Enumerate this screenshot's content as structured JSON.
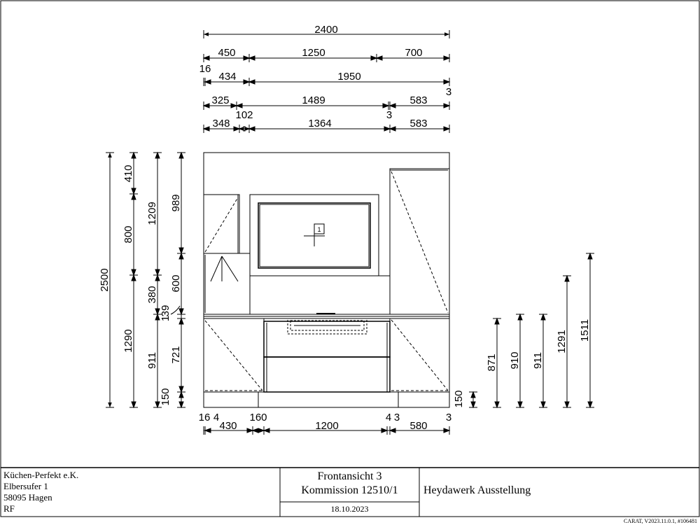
{
  "drawing": {
    "top_dims": {
      "row1": [
        "2400"
      ],
      "row2": [
        "450",
        "1250",
        "700"
      ],
      "row3": [
        "16",
        "434",
        "1950",
        "3"
      ],
      "row4": [
        "325",
        "102",
        "1489",
        "3",
        "583"
      ],
      "row5": [
        "348",
        "1364",
        "583"
      ]
    },
    "left_dims": {
      "total": "2500",
      "col2": [
        "410",
        "800",
        "1290"
      ],
      "col3": [
        "1209",
        "380",
        "911"
      ],
      "col4": [
        "989",
        "600",
        "39",
        "1",
        "721",
        "150"
      ]
    },
    "bottom_dims": {
      "left_small": [
        "16",
        "4"
      ],
      "values": [
        "430",
        "160",
        "1200",
        "4",
        "3",
        "580",
        "3"
      ]
    },
    "right_dims": [
      "150",
      "871",
      "910",
      "911",
      "1291",
      "1511"
    ],
    "marker_label": "1"
  },
  "footer": {
    "company": {
      "name": "Küchen-Perfekt e.K.",
      "street": "Elbersufer 1",
      "city": "58095 Hagen",
      "initials": "RF"
    },
    "view_title": "Frontansicht 3",
    "commission": "Kommission 12510/1",
    "date": "18.10.2023",
    "project": "Heydawerk Ausstellung",
    "version": "CARAT,  V2023.11.0.1, #106481"
  }
}
